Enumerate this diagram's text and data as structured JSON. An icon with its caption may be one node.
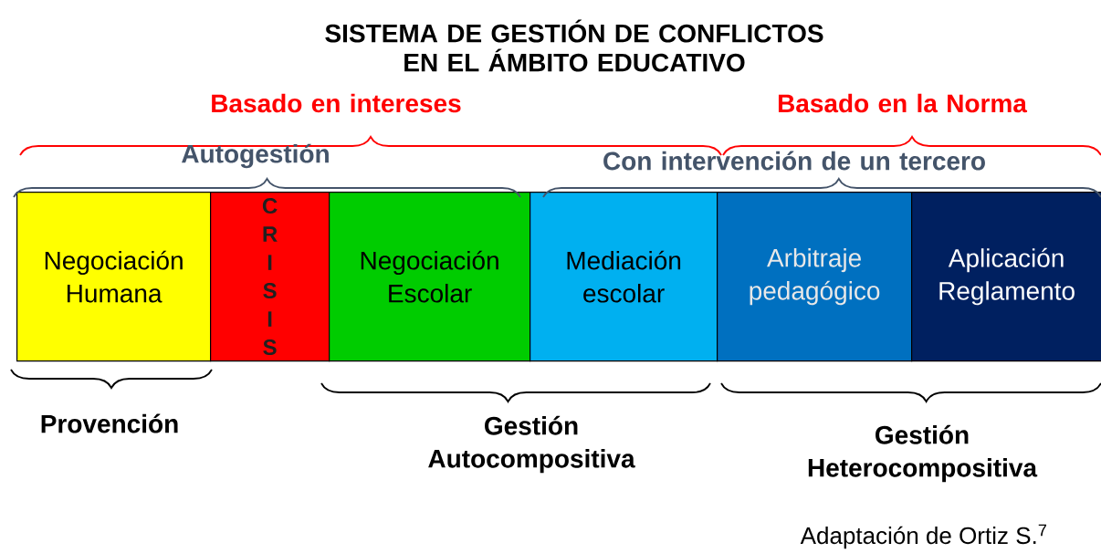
{
  "diagram": {
    "title": "SISTEMA DE GESTIÓN DE CONFLICTOS EN EL ÁMBITO EDUCATIVO",
    "nodes": [
      {
        "text": [
          "Negociación Humana"
        ]
      },
      {
        "text": [
          "C R I S I S"
        ]
      },
      {
        "text": [
          "Negociación Escolar"
        ]
      },
      {
        "text": [
          "Mediación escolar"
        ]
      },
      {
        "text": [
          "Arbitraje pedagógico"
        ]
      },
      {
        "text": [
          "Aplicación Reglamento"
        ]
      }
    ],
    "labels": [
      "Basado en intereses",
      "Basado en la Norma",
      "Autogestión",
      "Con intervención de un tercero",
      "Provención",
      "Gestión Autocompositiva",
      "Gestión Heterocompositiva"
    ],
    "caption": "Adaptación de Ortiz S.$^{7}$"
  }
}
